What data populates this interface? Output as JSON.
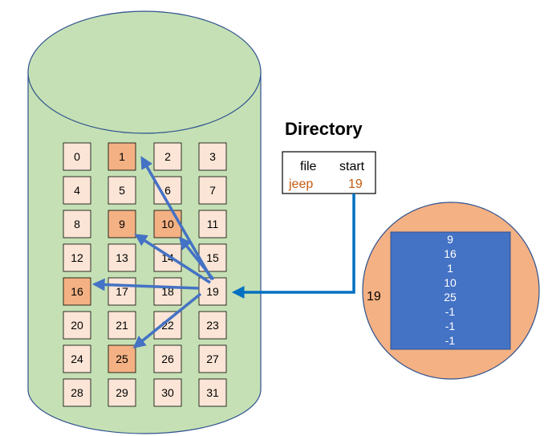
{
  "disk": {
    "blocks": [
      "0",
      "1",
      "2",
      "3",
      "4",
      "5",
      "6",
      "7",
      "8",
      "9",
      "10",
      "11",
      "12",
      "13",
      "14",
      "15",
      "16",
      "17",
      "18",
      "19",
      "20",
      "21",
      "22",
      "23",
      "24",
      "25",
      "26",
      "27",
      "28",
      "29",
      "30",
      "31"
    ],
    "highlighted": [
      "1",
      "9",
      "10",
      "16",
      "25"
    ],
    "index_block": "19"
  },
  "directory": {
    "title": "Directory",
    "headers": [
      "file",
      "start"
    ],
    "row": {
      "file": "jeep",
      "start": "19"
    }
  },
  "index_block": {
    "label": "19",
    "entries": [
      "9",
      "16",
      "1",
      "10",
      "25",
      "-1",
      "-1",
      "-1"
    ]
  },
  "colors": {
    "cylinder_fill": "#c5e0b4",
    "cylinder_stroke": "#2f528f",
    "block_fill": "#fbe5d6",
    "block_highlight": "#f4b183",
    "arrow": "#4472c4",
    "connector": "#0070c0",
    "index_fill": "#4472c4",
    "jeep_text": "#c55a11"
  }
}
